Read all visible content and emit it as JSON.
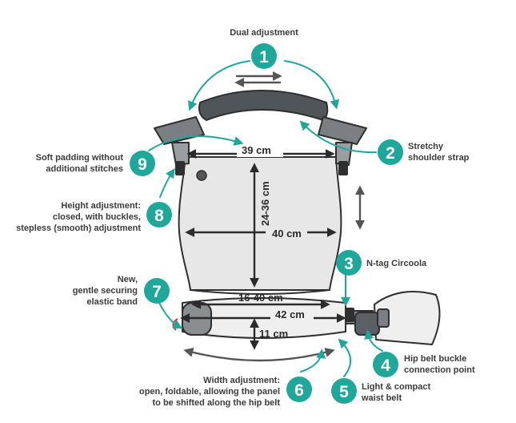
{
  "colors": {
    "accent": "#1fa89a",
    "panel": "#e7e7e7",
    "headrest": "#4f5559",
    "strap": "#7b7f83",
    "belt": "#8a8e91",
    "outline": "#2f2f2f"
  },
  "callouts": [
    {
      "number": "1",
      "lines": [
        "Dual adjustment"
      ]
    },
    {
      "number": "2",
      "lines": [
        "Stretchy",
        "shoulder strap"
      ]
    },
    {
      "number": "3",
      "lines": [
        "N-tag Circoola"
      ]
    },
    {
      "number": "4",
      "lines": [
        "Hip belt buckle",
        "connection point"
      ]
    },
    {
      "number": "5",
      "lines": [
        "Light & compact",
        "waist belt"
      ]
    },
    {
      "number": "6",
      "lines": [
        "Width adjustment:",
        "open, foldable, allowing the panel",
        "to be shifted along the hip belt"
      ]
    },
    {
      "number": "7",
      "lines": [
        "New,",
        "gentle securing",
        "elastic band"
      ]
    },
    {
      "number": "8",
      "lines": [
        "Height adjustment:",
        "closed, with buckles,",
        "stepless (smooth) adjustment"
      ]
    },
    {
      "number": "9",
      "lines": [
        "Soft padding without",
        "additional stitches"
      ]
    }
  ],
  "dimensions": {
    "top_width": "39 cm",
    "height": "24-36 cm",
    "mid_width": "40 cm",
    "bottom_width": "16-40 cm",
    "belt_width": "42 cm",
    "belt_height": "11 cm"
  },
  "icons": [
    "circle-number-badge",
    "teal-curved-arrow",
    "double-headed-arrow"
  ]
}
